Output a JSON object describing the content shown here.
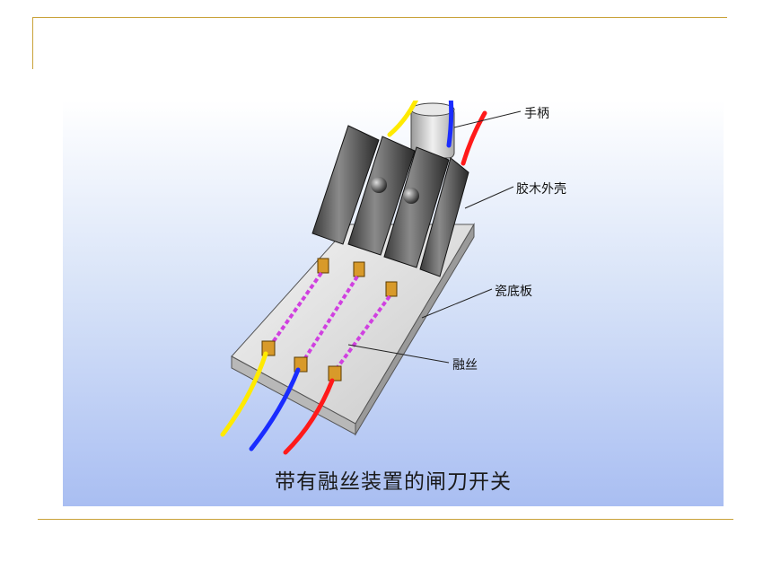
{
  "figure": {
    "labels": {
      "handle": "手柄",
      "bakelite_cover": "胶木外壳",
      "porcelain_base": "瓷底板",
      "fuse": "融丝"
    },
    "caption": "带有融丝装置的闸刀开关"
  },
  "colors": {
    "rule": "#c9a23a",
    "wire_yellow": "#ffea00",
    "wire_blue": "#1a2cff",
    "wire_red": "#ff1a1a",
    "fuse": "#d040e0",
    "terminal": "#d89a2a"
  }
}
